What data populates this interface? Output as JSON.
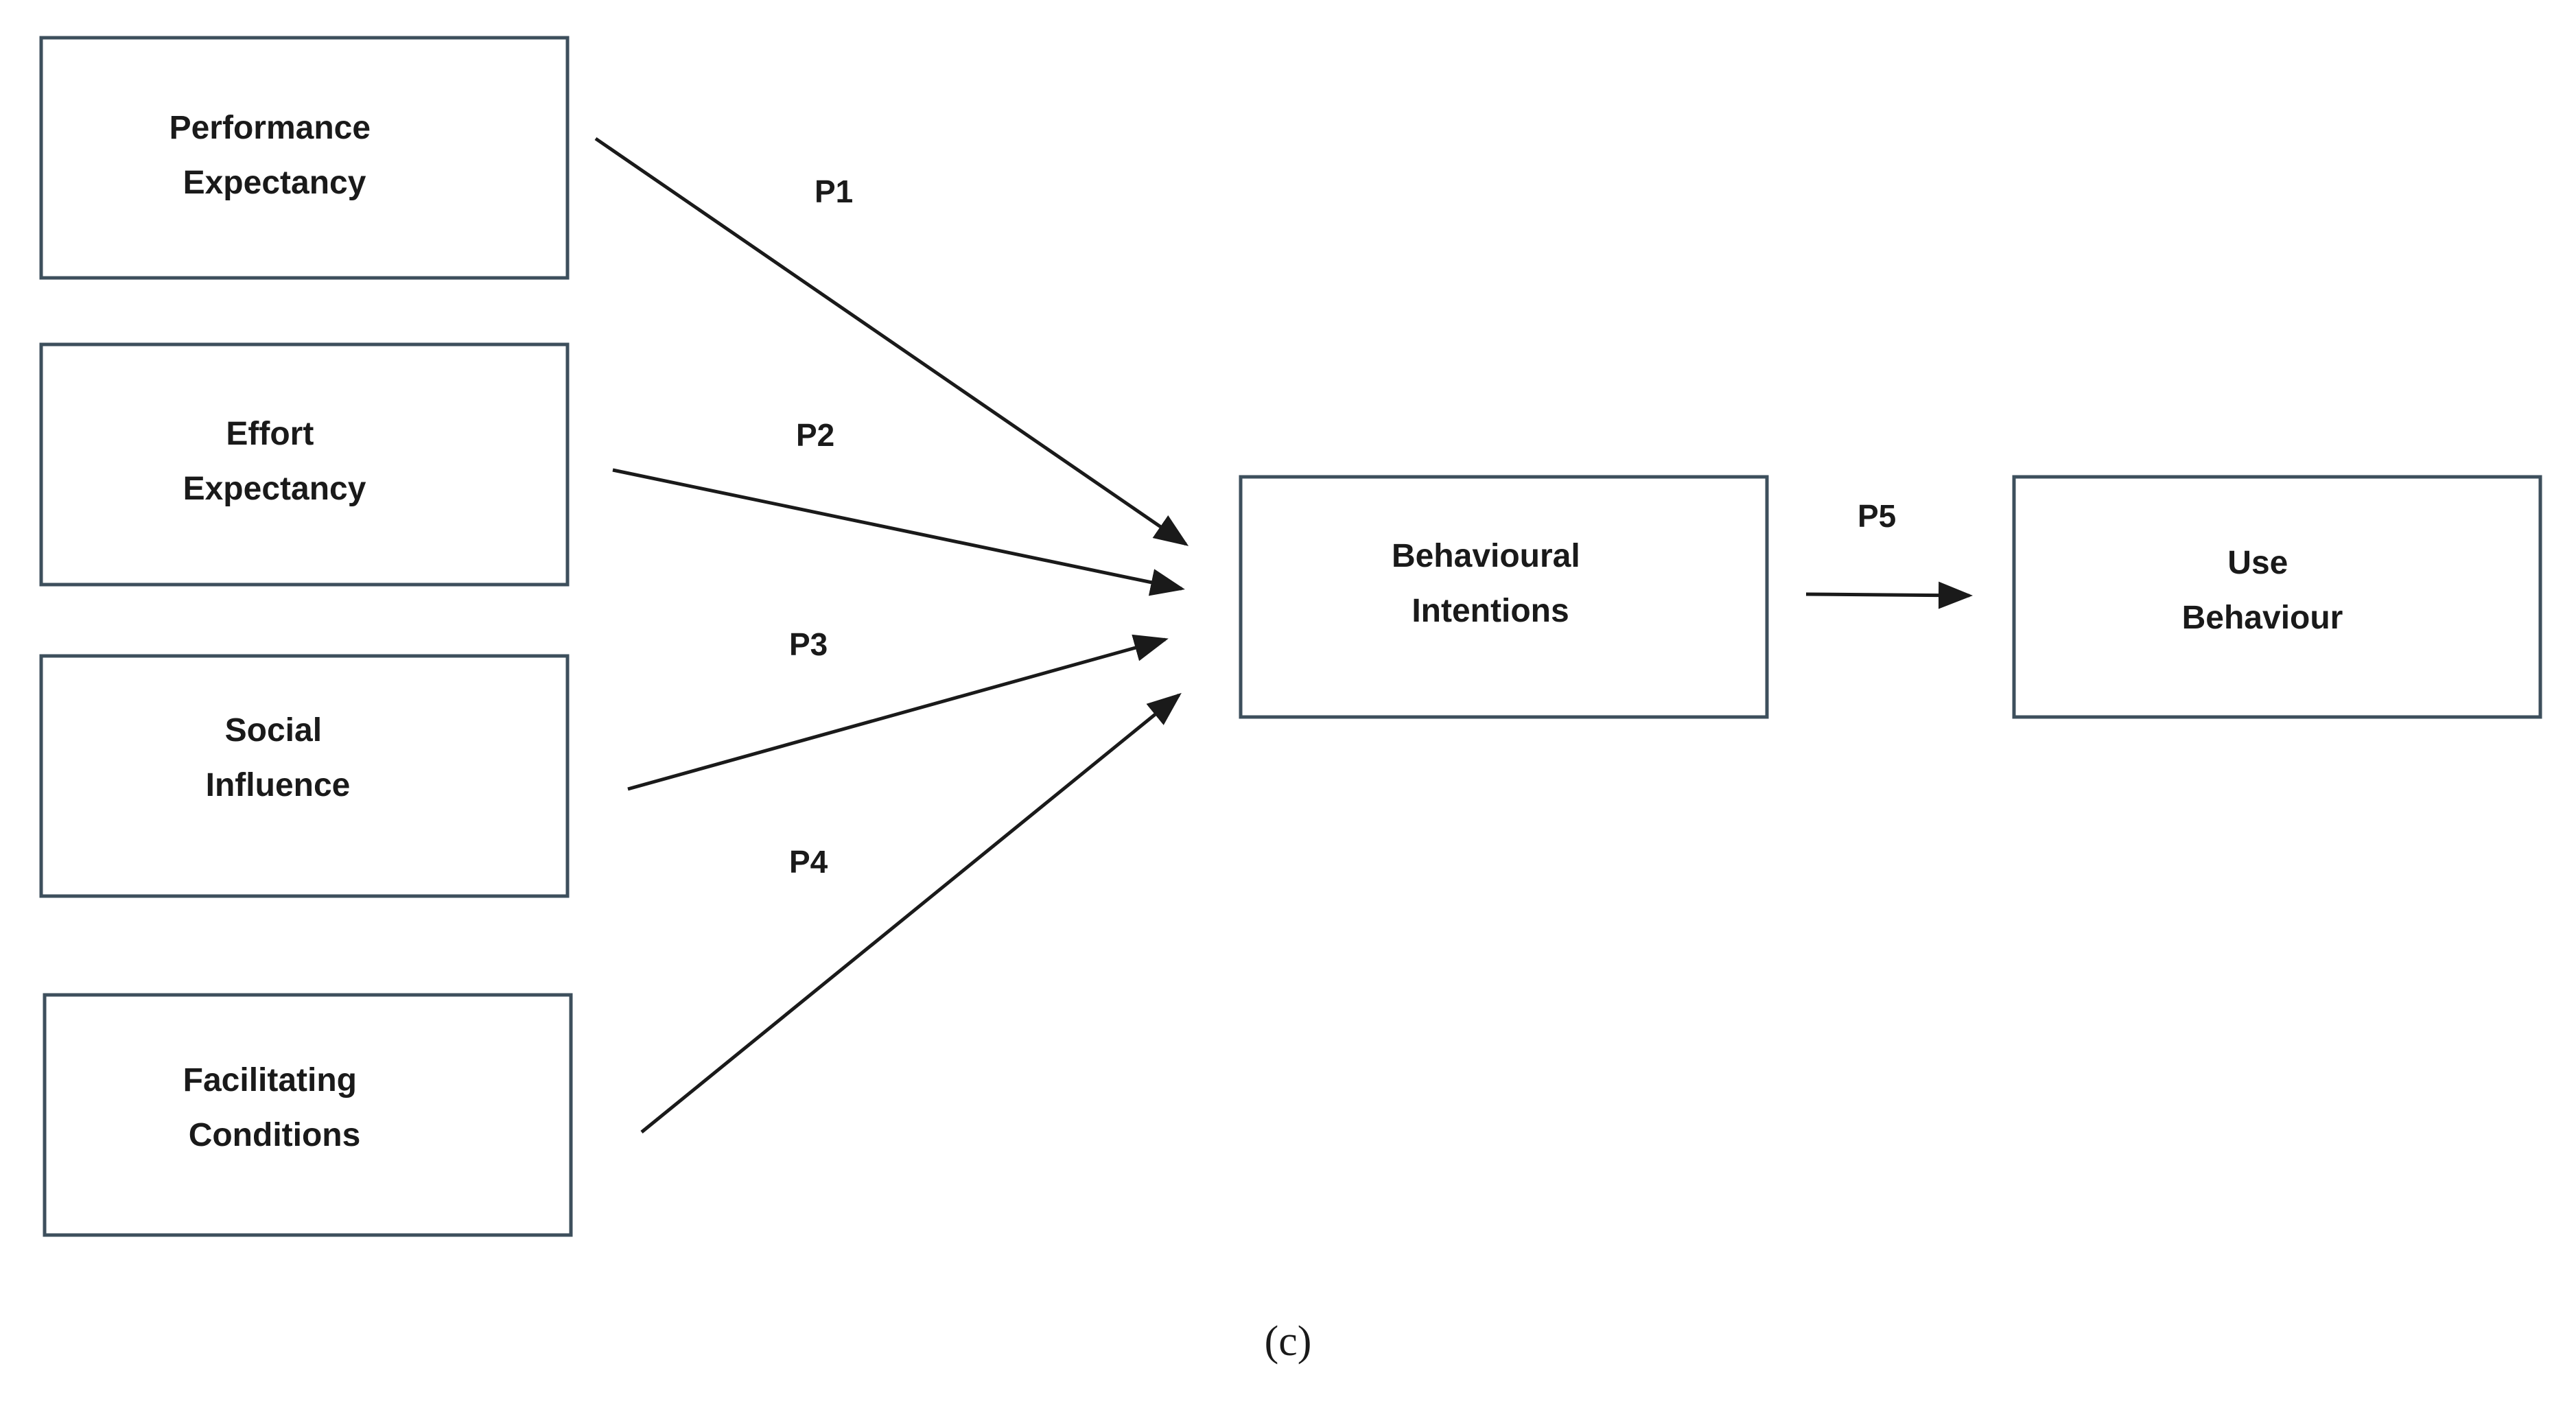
{
  "constructs": {
    "performance_expectancy": [
      "Performance",
      "Expectancy"
    ],
    "effort_expectancy": [
      "Effort",
      "Expectancy"
    ],
    "social_influence": [
      "Social",
      "Influence"
    ],
    "facilitating_conditions": [
      "Facilitating",
      "Conditions"
    ],
    "behavioural_intentions": [
      "Behavioural",
      "Intentions"
    ],
    "use_behaviour": [
      "Use",
      "Behaviour"
    ]
  },
  "paths": {
    "p1": "P1",
    "p2": "P2",
    "p3": "P3",
    "p4": "P4",
    "p5": "P5"
  },
  "caption": "(c)",
  "colors": {
    "box_border": "#3d4f5c",
    "line": "#1a1a1a",
    "text": "#1a1a1a"
  }
}
